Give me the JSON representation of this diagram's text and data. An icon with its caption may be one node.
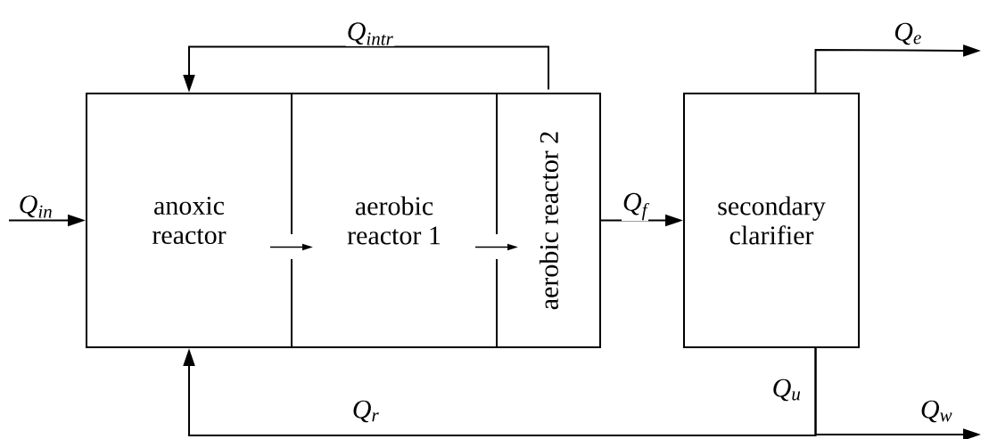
{
  "diagram": {
    "nodes": [
      {
        "text": [
          "anoxic reactor"
        ]
      },
      {
        "text": [
          "aerobic reactor 1"
        ]
      },
      {
        "text": [
          "aerobic reactor 2"
        ]
      },
      {
        "text": [
          "secondary clarifier"
        ]
      }
    ],
    "edges": [
      {
        "from": null,
        "to": 0,
        "arrow": "to",
        "label": "Q$_{in}$"
      },
      {
        "from": 0,
        "to": 1,
        "arrow": "to"
      },
      {
        "from": 1,
        "to": 2,
        "arrow": "to"
      },
      {
        "from": 2,
        "to": 3,
        "arrow": "to",
        "label": "Q$_{f}$"
      },
      {
        "from": 2,
        "to": 0,
        "arrow": "to",
        "label": "Q$_{intr}$"
      },
      {
        "from": 3,
        "to": null,
        "arrow": "to",
        "label": "Q$_{e}$"
      },
      {
        "from": 3,
        "to": null,
        "arrow": "to",
        "label": "Q$_{w}$"
      },
      {
        "from": 3,
        "to": 0,
        "arrow": "to",
        "label": "Q$_{r}$"
      }
    ],
    "labels": [
      "Q$_{u}$"
    ]
  }
}
